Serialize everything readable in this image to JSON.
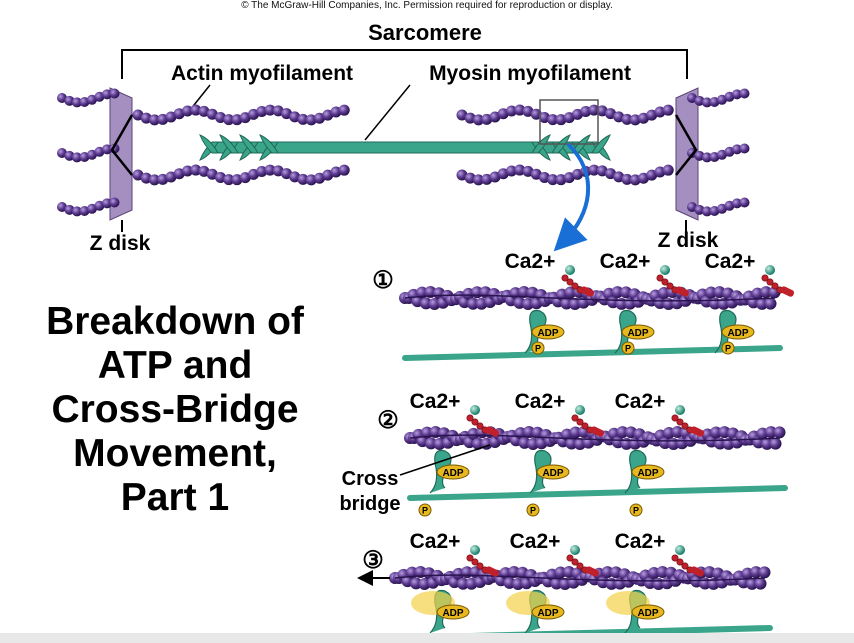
{
  "copyright": "© The McGraw-Hill Companies, Inc. Permission required for reproduction or display.",
  "labels": {
    "sarcomere": "Sarcomere",
    "actin": "Actin myofilament",
    "myosin": "Myosin myofilament",
    "z_disk_left": "Z disk",
    "z_disk_right": "Z disk",
    "cross_bridge_1": "Cross",
    "cross_bridge_2": "bridge"
  },
  "title_lines": [
    "Breakdown of",
    "ATP and",
    "Cross-Bridge",
    "Movement,",
    "Part 1"
  ],
  "steps": [
    {
      "number": "①",
      "calcium": [
        "Ca2+",
        "Ca2+",
        "Ca2+"
      ],
      "adp": [
        "ADP",
        "ADP",
        "ADP"
      ],
      "phosphate": [
        "P",
        "P",
        "P"
      ]
    },
    {
      "number": "②",
      "calcium": [
        "Ca2+",
        "Ca2+",
        "Ca2+"
      ],
      "adp": [
        "ADP",
        "ADP",
        "ADP"
      ],
      "phosphate": [
        "P",
        "P",
        "P"
      ]
    },
    {
      "number": "③",
      "calcium": [
        "Ca2+",
        "Ca2+",
        "Ca2+"
      ],
      "adp": [
        "ADP",
        "ADP",
        "ADP"
      ],
      "phosphate": []
    }
  ],
  "colors": {
    "actin": "#4b2a7a",
    "actin_highlight": "#8d6cc0",
    "myosin": "#3aa58a",
    "z_disk": "#a58fc0",
    "adp": "#e8b820",
    "tropomyosin": "#c0202a",
    "arrow": "#1a6fd6"
  }
}
